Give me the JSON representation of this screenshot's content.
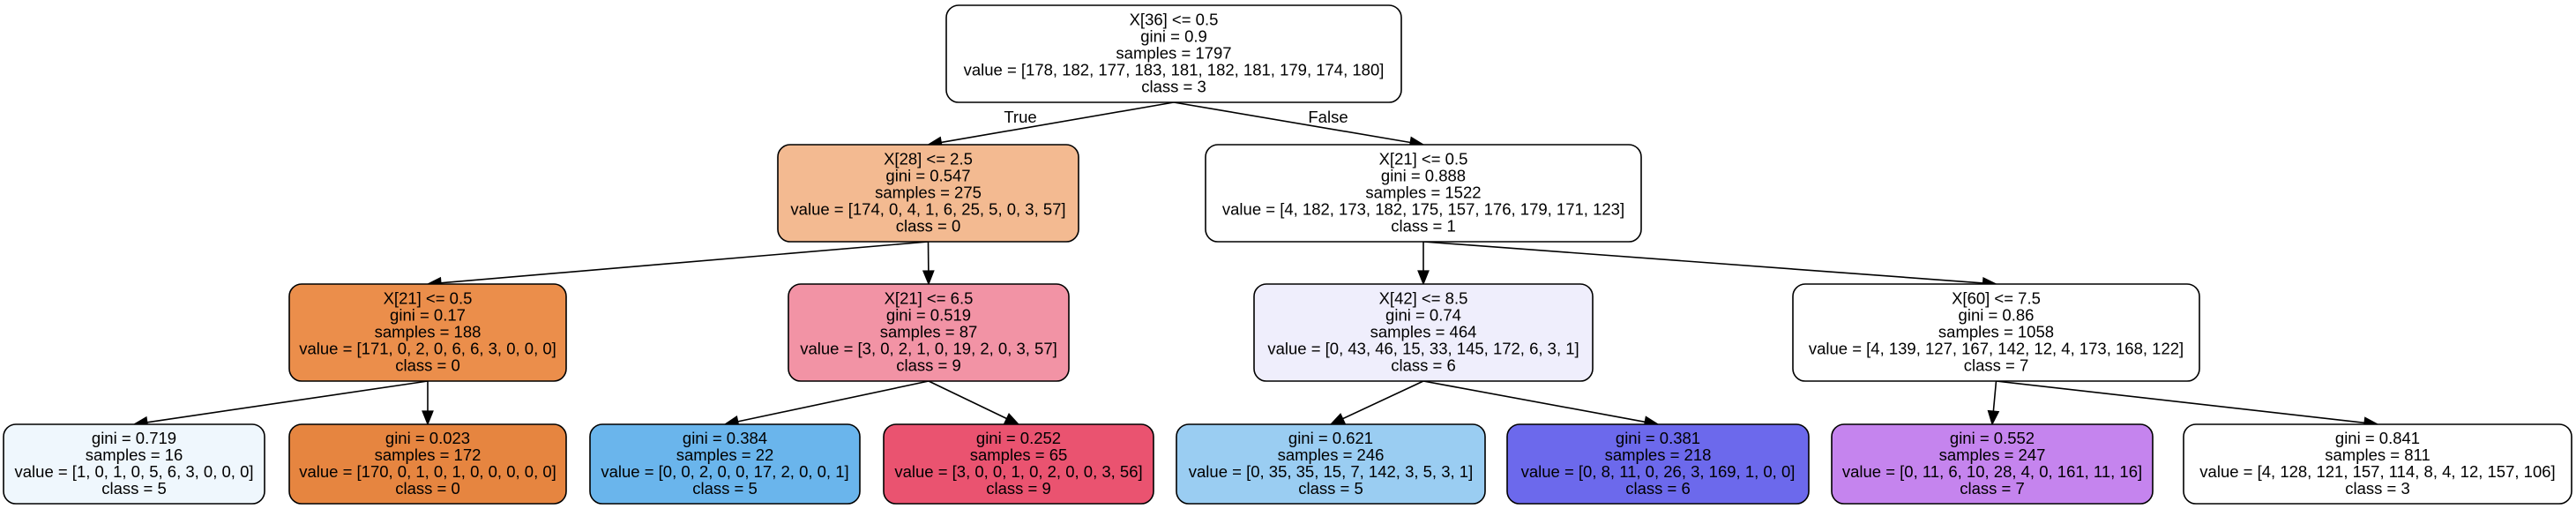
{
  "tree": {
    "nodes": [
      {
        "id": "n0",
        "lines": [
          "X[36] <= 0.5",
          "gini = 0.9",
          "samples = 1797",
          "value = [178, 182, 177, 183, 181, 182, 181, 179, 174, 180]",
          "class = 3"
        ],
        "fill": "#ffffff"
      },
      {
        "id": "n1",
        "lines": [
          "X[28] <= 2.5",
          "gini = 0.547",
          "samples = 275",
          "value = [174, 0, 4, 1, 6, 25, 5, 0, 3, 57]",
          "class = 0"
        ],
        "fill": "#f3ba91"
      },
      {
        "id": "n2",
        "lines": [
          "X[21] <= 0.5",
          "gini = 0.888",
          "samples = 1522",
          "value = [4, 182, 173, 182, 175, 157, 176, 179, 171, 123]",
          "class = 1"
        ],
        "fill": "#ffffff"
      },
      {
        "id": "n3",
        "lines": [
          "X[21] <= 0.5",
          "gini = 0.17",
          "samples = 188",
          "value = [171, 0, 2, 0, 6, 6, 3, 0, 0, 0]",
          "class = 0"
        ],
        "fill": "#eb8e4b"
      },
      {
        "id": "n4",
        "lines": [
          "X[21] <= 6.5",
          "gini = 0.519",
          "samples = 87",
          "value = [3, 0, 2, 1, 0, 19, 2, 0, 3, 57]",
          "class = 9"
        ],
        "fill": "#f293a5"
      },
      {
        "id": "n5",
        "lines": [
          "X[42] <= 8.5",
          "gini = 0.74",
          "samples = 464",
          "value = [0, 43, 46, 15, 33, 145, 172, 6, 3, 1]",
          "class = 6"
        ],
        "fill": "#efeefc"
      },
      {
        "id": "n6",
        "lines": [
          "X[60] <= 7.5",
          "gini = 0.86",
          "samples = 1058",
          "value = [4, 139, 127, 167, 142, 12, 4, 173, 168, 122]",
          "class = 7"
        ],
        "fill": "#ffffff"
      },
      {
        "id": "n7",
        "lines": [
          "gini = 0.719",
          "samples = 16",
          "value = [1, 0, 1, 0, 5, 6, 3, 0, 0, 0]",
          "class = 5"
        ],
        "fill": "#eff7fd"
      },
      {
        "id": "n8",
        "lines": [
          "gini = 0.023",
          "samples = 172",
          "value = [170, 0, 1, 0, 1, 0, 0, 0, 0, 0]",
          "class = 0"
        ],
        "fill": "#e68540"
      },
      {
        "id": "n9",
        "lines": [
          "gini = 0.384",
          "samples = 22",
          "value = [0, 0, 2, 0, 0, 17, 2, 0, 0, 1]",
          "class = 5"
        ],
        "fill": "#6ab5ec"
      },
      {
        "id": "n10",
        "lines": [
          "gini = 0.252",
          "samples = 65",
          "value = [3, 0, 0, 1, 0, 2, 0, 0, 3, 56]",
          "class = 9"
        ],
        "fill": "#ea5370"
      },
      {
        "id": "n11",
        "lines": [
          "gini = 0.621",
          "samples = 246",
          "value = [0, 35, 35, 15, 7, 142, 3, 5, 3, 1]",
          "class = 5"
        ],
        "fill": "#9acdf2"
      },
      {
        "id": "n12",
        "lines": [
          "gini = 0.381",
          "samples = 218",
          "value = [0, 8, 11, 0, 26, 3, 169, 1, 0, 0]",
          "class = 6"
        ],
        "fill": "#6c69ec"
      },
      {
        "id": "n13",
        "lines": [
          "gini = 0.552",
          "samples = 247",
          "value = [0, 11, 6, 10, 28, 4, 0, 161, 11, 16]",
          "class = 7"
        ],
        "fill": "#c584ee"
      },
      {
        "id": "n14",
        "lines": [
          "gini = 0.841",
          "samples = 811",
          "value = [4, 128, 121, 157, 114, 8, 4, 12, 157, 106]",
          "class = 3"
        ],
        "fill": "#ffffff"
      }
    ],
    "edges": [
      {
        "from": "n0",
        "to": "n1",
        "label": "True"
      },
      {
        "from": "n0",
        "to": "n2",
        "label": "False"
      },
      {
        "from": "n1",
        "to": "n3",
        "label": ""
      },
      {
        "from": "n1",
        "to": "n4",
        "label": ""
      },
      {
        "from": "n2",
        "to": "n5",
        "label": ""
      },
      {
        "from": "n2",
        "to": "n6",
        "label": ""
      },
      {
        "from": "n3",
        "to": "n7",
        "label": ""
      },
      {
        "from": "n3",
        "to": "n8",
        "label": ""
      },
      {
        "from": "n4",
        "to": "n9",
        "label": ""
      },
      {
        "from": "n4",
        "to": "n10",
        "label": ""
      },
      {
        "from": "n5",
        "to": "n11",
        "label": ""
      },
      {
        "from": "n5",
        "to": "n12",
        "label": ""
      },
      {
        "from": "n6",
        "to": "n13",
        "label": ""
      },
      {
        "from": "n6",
        "to": "n14",
        "label": ""
      }
    ]
  }
}
